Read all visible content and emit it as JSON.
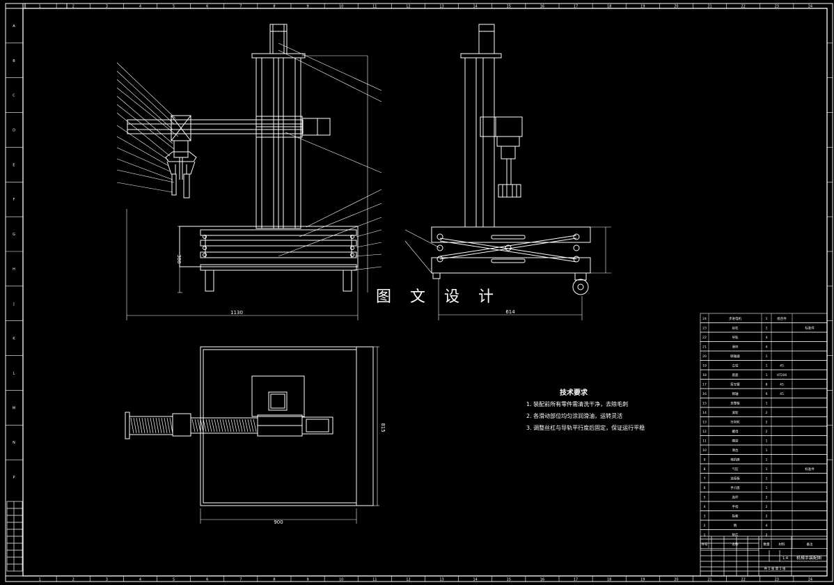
{
  "drawing": {
    "watermark": "图 文 设 计",
    "technical_requirements": {
      "title": "技术要求",
      "items": [
        "1. 装配前所有零件需清洗干净，去除毛刺",
        "2. 各滑动部位均匀涂润滑油，运转灵活",
        "3. 调整丝杠与导轨平行度后固定，保证运行平稳"
      ]
    },
    "dimensions": {
      "front_width": "1130",
      "side_width": "614",
      "top_width": "900",
      "top_height": "815",
      "front_height": "380"
    },
    "border": {
      "column_numbers": [
        "1",
        "2",
        "3",
        "4",
        "5",
        "6",
        "7",
        "8",
        "9",
        "10",
        "11",
        "12",
        "13",
        "14",
        "15",
        "16",
        "17",
        "18",
        "19",
        "20",
        "21",
        "22",
        "23",
        "24"
      ],
      "row_letters": [
        "A",
        "B",
        "C",
        "D",
        "E",
        "F",
        "G",
        "H",
        "J",
        "K",
        "L",
        "M",
        "N",
        "P"
      ]
    },
    "parts_list": {
      "rows": [
        {
          "no": "24",
          "name": "步进电机",
          "qty": "1",
          "material": "组合件",
          "note": ""
        },
        {
          "no": "23",
          "name": "丝杠",
          "qty": "1",
          "material": "",
          "note": "标准件"
        },
        {
          "no": "22",
          "name": "导轨",
          "qty": "4",
          "material": "",
          "note": ""
        },
        {
          "no": "21",
          "name": "滑块",
          "qty": "4",
          "material": "",
          "note": ""
        },
        {
          "no": "20",
          "name": "联轴器",
          "qty": "1",
          "material": "",
          "note": ""
        },
        {
          "no": "19",
          "name": "立柱",
          "qty": "1",
          "material": "45",
          "note": ""
        },
        {
          "no": "18",
          "name": "底座",
          "qty": "1",
          "material": "HT200",
          "note": ""
        },
        {
          "no": "17",
          "name": "剪叉臂",
          "qty": "8",
          "material": "45",
          "note": ""
        },
        {
          "no": "16",
          "name": "销轴",
          "qty": "6",
          "material": "45",
          "note": ""
        },
        {
          "no": "15",
          "name": "支撑板",
          "qty": "1",
          "material": "",
          "note": ""
        },
        {
          "no": "14",
          "name": "滚轮",
          "qty": "2",
          "material": "",
          "note": ""
        },
        {
          "no": "13",
          "name": "万向轮",
          "qty": "2",
          "material": "",
          "note": ""
        },
        {
          "no": "12",
          "name": "螺母",
          "qty": "2",
          "material": "",
          "note": ""
        },
        {
          "no": "11",
          "name": "横梁",
          "qty": "1",
          "material": "",
          "note": ""
        },
        {
          "no": "10",
          "name": "滑台",
          "qty": "1",
          "material": "",
          "note": ""
        },
        {
          "no": "9",
          "name": "电机座",
          "qty": "1",
          "material": "",
          "note": ""
        },
        {
          "no": "8",
          "name": "气缸",
          "qty": "1",
          "material": "",
          "note": "标准件"
        },
        {
          "no": "7",
          "name": "连接板",
          "qty": "1",
          "material": "",
          "note": ""
        },
        {
          "no": "6",
          "name": "手爪座",
          "qty": "1",
          "material": "",
          "note": ""
        },
        {
          "no": "5",
          "name": "连杆",
          "qty": "2",
          "material": "",
          "note": ""
        },
        {
          "no": "4",
          "name": "手指",
          "qty": "2",
          "material": "",
          "note": ""
        },
        {
          "no": "3",
          "name": "指套",
          "qty": "2",
          "material": "",
          "note": ""
        },
        {
          "no": "2",
          "name": "销",
          "qty": "4",
          "material": "",
          "note": ""
        },
        {
          "no": "1",
          "name": "垫片",
          "qty": "2",
          "material": "",
          "note": ""
        }
      ],
      "header": {
        "no": "序号",
        "name": "名称",
        "qty": "数量",
        "material": "材料",
        "note": "备注"
      }
    },
    "title_block": {
      "drawing_title": "机械手装配图",
      "scale": "1:4",
      "sheet": "共 1 张 第 1 张"
    }
  }
}
